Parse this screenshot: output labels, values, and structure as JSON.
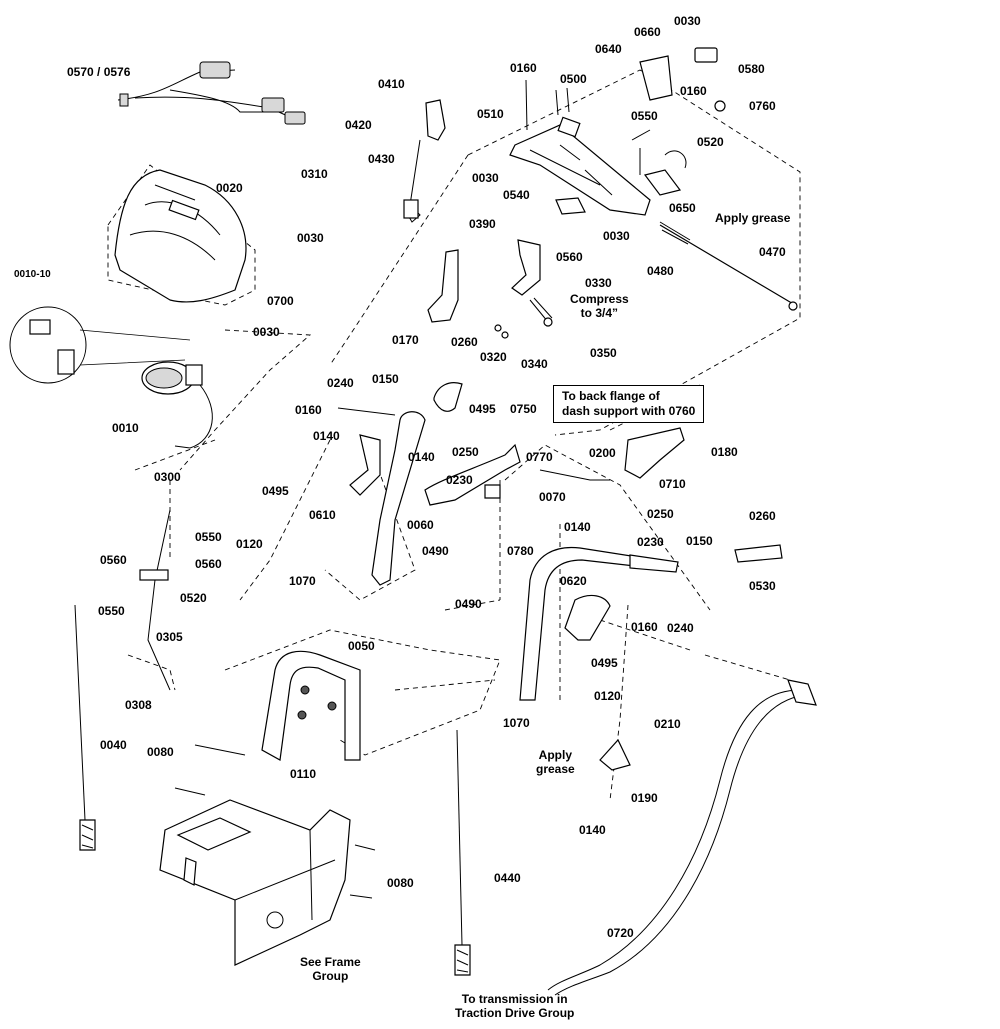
{
  "labels": {
    "p0570": "0570 / 0576",
    "p0410": "0410",
    "p0420": "0420",
    "p0430": "0430",
    "p0310": "0310",
    "p0020": "0020",
    "p0030a": "0030",
    "p0700": "0700",
    "p0030b": "0030",
    "p0010_10": "0010-10",
    "p0010": "0010",
    "p0160a": "0160",
    "p0500": "0500",
    "p0640": "0640",
    "p0660": "0660",
    "p0030c": "0030",
    "p0580": "0580",
    "p0160b": "0160",
    "p0760": "0760",
    "p0510": "0510",
    "p0550a": "0550",
    "p0520a": "0520",
    "p0030d": "0030",
    "p0540": "0540",
    "p0650": "0650",
    "p0030e": "0030",
    "p0390": "0390",
    "p0560a": "0560",
    "p0480": "0480",
    "p0470": "0470",
    "p0330": "0330",
    "p0170": "0170",
    "p0320": "0320",
    "p0340": "0340",
    "p0350": "0350",
    "p0260a": "0260",
    "p0240a": "0240",
    "p0150a": "0150",
    "p0160c": "0160",
    "p0495a": "0495",
    "p0750": "0750",
    "p0140a": "0140",
    "p0250a": "0250",
    "p0140b": "0140",
    "p0230a": "0230",
    "p0770": "0770",
    "p0495b": "0495",
    "p0200": "0200",
    "p0180": "0180",
    "p0610": "0610",
    "p0060": "0060",
    "p0070": "0070",
    "p0710": "0710",
    "p0780": "0780",
    "p0490a": "0490",
    "p0140c": "0140",
    "p0250b": "0250",
    "p0260b": "0260",
    "p0300": "0300",
    "p0120a": "0120",
    "p0230b": "0230",
    "p0150b": "0150",
    "p0550b": "0550",
    "p0560b": "0560",
    "p0560c": "0560",
    "p0520b": "0520",
    "p0530": "0530",
    "p1070a": "1070",
    "p0550c": "0550",
    "p0620": "0620",
    "p0490b": "0490",
    "p0305": "0305",
    "p0160d": "0160",
    "p0240b": "0240",
    "p0050": "0050",
    "p0495c": "0495",
    "p0308": "0308",
    "p0120b": "0120",
    "p1070b": "1070",
    "p0210": "0210",
    "p0040": "0040",
    "p0080a": "0080",
    "p0110": "0110",
    "p0190": "0190",
    "p0140d": "0140",
    "p0080b": "0080",
    "p0440": "0440",
    "p0720": "0720"
  },
  "notes": {
    "apply_grease_1": "Apply grease",
    "compress": "Compress\nto 3/4”",
    "back_flange": "To back flange of\ndash support with 0760",
    "apply_grease_2": "Apply\ngrease",
    "see_frame": "See Frame\nGroup",
    "to_transmission": "To transmission in\nTraction Drive Group"
  }
}
